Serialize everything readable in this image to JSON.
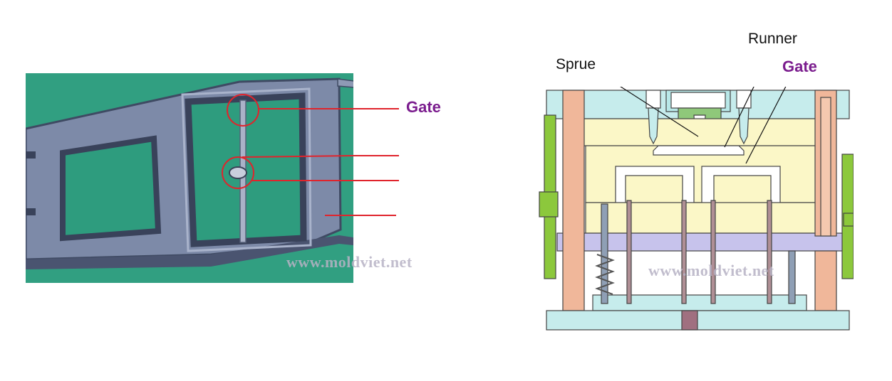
{
  "photo": {
    "gate_label": "Gate",
    "watermark": "www.moldviet.net"
  },
  "schematic": {
    "sprue_label": "Sprue",
    "runner_label": "Runner",
    "gate_label": "Gate",
    "watermark": "www.moldviet.net"
  },
  "colors": {
    "photo_background": "#2e9c7e",
    "leader_lines": "#e0242c",
    "gate_text": "#7b1d8e",
    "plate_cyan": "#c6ecec",
    "cavity_yellow": "#fbf7c7",
    "pillar_salmon": "#f0b79a",
    "support_plate_lavender": "#c7c3ec",
    "side_lock_green": "#8cc83c"
  }
}
